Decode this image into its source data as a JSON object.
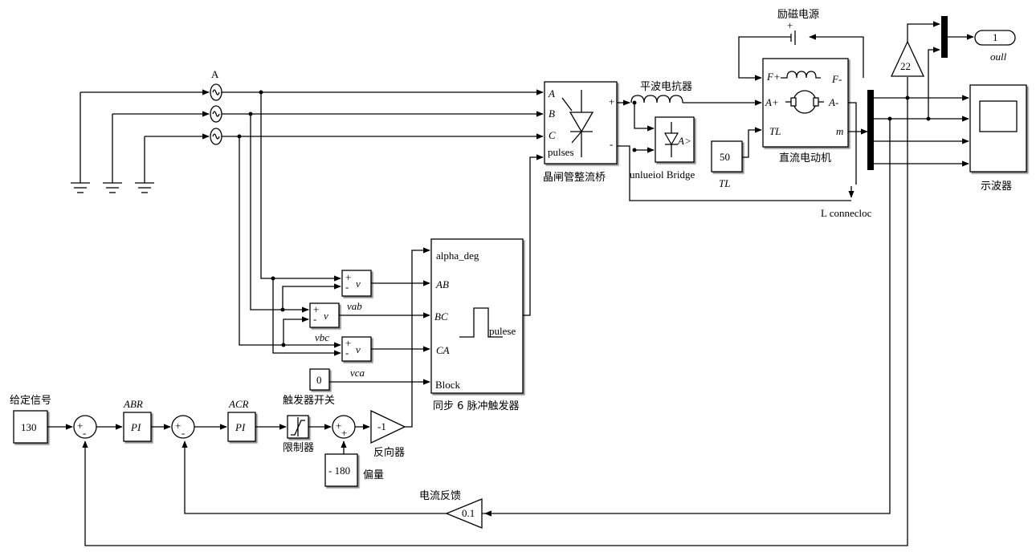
{
  "blocks": {
    "three_phase_source": {
      "label": "A"
    },
    "thyristor_bridge": {
      "name": "晶闸管整流桥",
      "port_a": "A",
      "port_b": "B",
      "port_c": "C",
      "port_pulses": "pulses",
      "out_pos": "+",
      "out_neg": "-"
    },
    "smoothing_reactor": {
      "name": "平波电抗器"
    },
    "diode_bridge": {
      "name": "unlueiol Bridge",
      "port_a": "A"
    },
    "field_source": {
      "name": "励磁电源"
    },
    "dc_motor": {
      "name": "直流电动机",
      "port_fp": "F+",
      "port_fm": "F-",
      "port_ap": "A+",
      "port_am": "A-",
      "port_tl": "TL",
      "port_m": "m"
    },
    "load_torque": {
      "value": "50",
      "label": "TL"
    },
    "l_connection": {
      "name": "L connecloc"
    },
    "gain_22": {
      "value": "22"
    },
    "outport": {
      "value": "1",
      "name": "oull"
    },
    "scope": {
      "name": "示波器"
    },
    "pulse_gen": {
      "name": "同步 6 脉冲触发器",
      "in1": "alpha_deg",
      "in2": "AB",
      "in3": "BC",
      "in4": "CA",
      "in5": "Block",
      "out": "pulese"
    },
    "voltmeters": [
      {
        "symbol": "v",
        "name": "vab"
      },
      {
        "symbol": "v",
        "name": "vbc"
      },
      {
        "symbol": "v",
        "name": "vca"
      }
    ],
    "block_const": {
      "value": "0"
    },
    "setpoint": {
      "title": "给定信号",
      "value": "130"
    },
    "abr": {
      "name": "ABR",
      "symbol": "PI"
    },
    "acr": {
      "name": "ACR",
      "symbol": "PI"
    },
    "trigger_switch": {
      "name": "触发器开关"
    },
    "limiter": {
      "name": "限制器"
    },
    "offset": {
      "value": "- 180",
      "name": "偏量"
    },
    "inverter": {
      "value": "-1",
      "name": "反向器"
    },
    "current_feedback": {
      "name": "电流反馈",
      "value": "0.1"
    }
  }
}
